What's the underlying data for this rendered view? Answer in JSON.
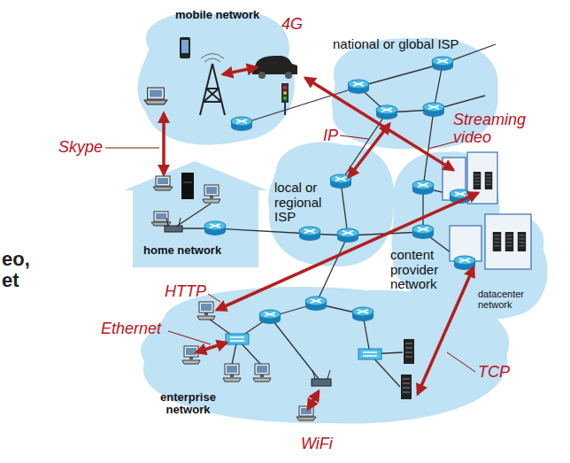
{
  "diagram": {
    "nodes": [
      {
        "text": [
          "mobile network"
        ]
      },
      {
        "text": [
          "national or global ISP"
        ]
      },
      {
        "text": [
          "home network"
        ]
      },
      {
        "text": [
          "local or regional ISP"
        ]
      },
      {
        "text": [
          "content provider network"
        ]
      },
      {
        "text": [
          "datacenter network"
        ],
        "in": 4
      },
      {
        "text": [
          "enterprise network"
        ]
      }
    ],
    "labels": [
      "4G",
      "Skype",
      "IP",
      "Streaming video",
      "eo,",
      "et",
      "HTTP",
      "Ethernet",
      "TCP",
      "WiFi"
    ]
  }
}
